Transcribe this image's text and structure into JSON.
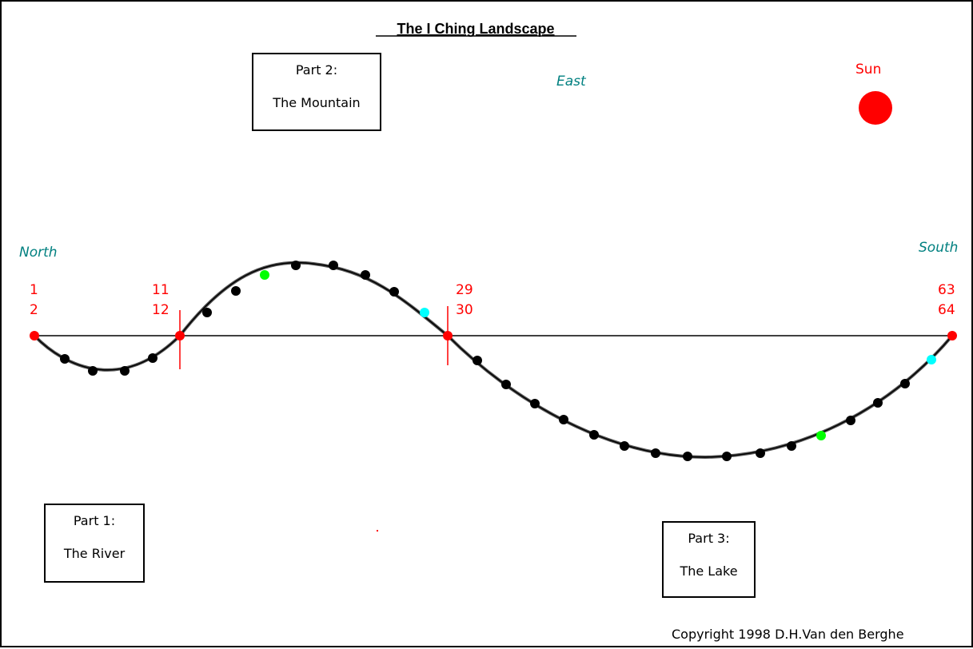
{
  "title": "The I Ching Landscape",
  "directions": {
    "north": "North",
    "east": "East",
    "south": "South"
  },
  "sun": {
    "label": "Sun"
  },
  "parts": {
    "river": {
      "heading": "Part 1:",
      "name": "The River"
    },
    "mountain": {
      "heading": "Part 2:",
      "name": "The Mountain"
    },
    "lake": {
      "heading": "Part 3:",
      "name": "The Lake"
    }
  },
  "node_labels": [
    {
      "top": "1",
      "bottom": "2"
    },
    {
      "top": "11",
      "bottom": "12"
    },
    {
      "top": "29",
      "bottom": "30"
    },
    {
      "top": "63",
      "bottom": "64"
    }
  ],
  "copyright": "Copyright 1998 D.H.Van den Berghe",
  "colors": {
    "border": "#000000",
    "curve": "#000000",
    "red": "#ff0000",
    "direction_text": "#008080",
    "dot_default": "#000000",
    "dot_green": "#00ff00",
    "dot_cyan": "#00ffff"
  }
}
